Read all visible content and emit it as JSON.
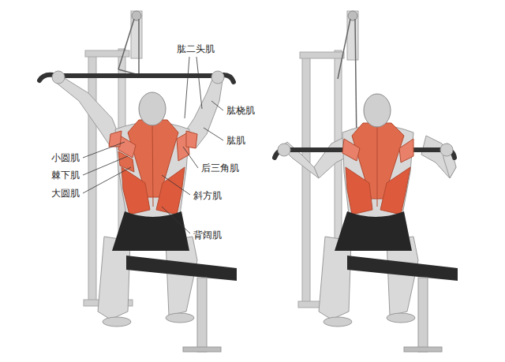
{
  "diagram": {
    "labels": [
      "肱二头肌",
      "肱桡肌",
      "肱肌",
      "后三角肌",
      "斜方肌",
      "背阔肌",
      "小圆肌",
      "棘下肌",
      "大圆肌"
    ]
  }
}
